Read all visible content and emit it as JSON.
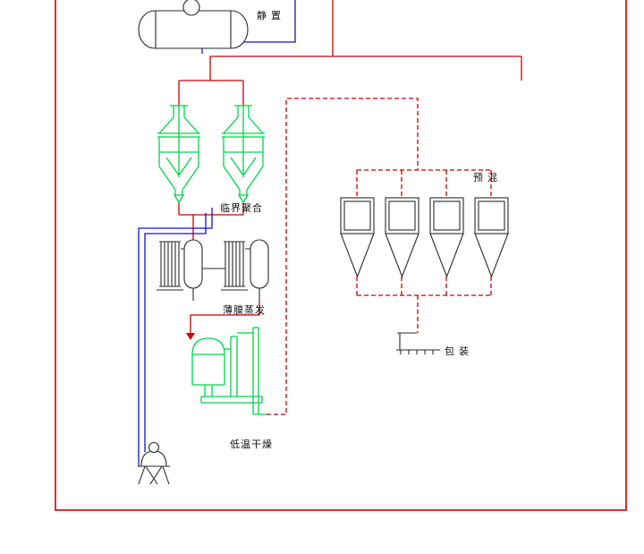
{
  "colors": {
    "pipe_red": "#cc0000",
    "pipe_blue": "#1414cc",
    "equip_green": "#00d44a",
    "equip_black": "#2a2a2a",
    "frame": "#cc0000",
    "canvas": "#ffffff",
    "text": "#111111"
  },
  "labels": {
    "settling": "静 置",
    "polymerization": "临界聚合",
    "evaporation": "薄膜蒸发",
    "drying": "低温干燥",
    "premix": "预 混",
    "packaging": "包 装"
  }
}
